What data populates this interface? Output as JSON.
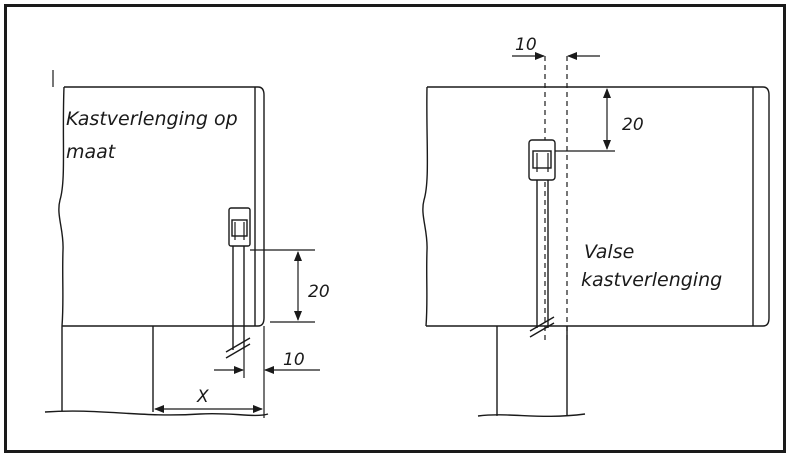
{
  "left_view": {
    "label_line1": "Kastverlenging op",
    "label_line2": "maat",
    "dim_vertical": "20",
    "dim_horizontal": "10",
    "dim_x": "X"
  },
  "right_view": {
    "label_line1": "Valse",
    "label_line2": "kastverlenging",
    "dim_vertical": "20",
    "dim_horizontal": "10"
  }
}
